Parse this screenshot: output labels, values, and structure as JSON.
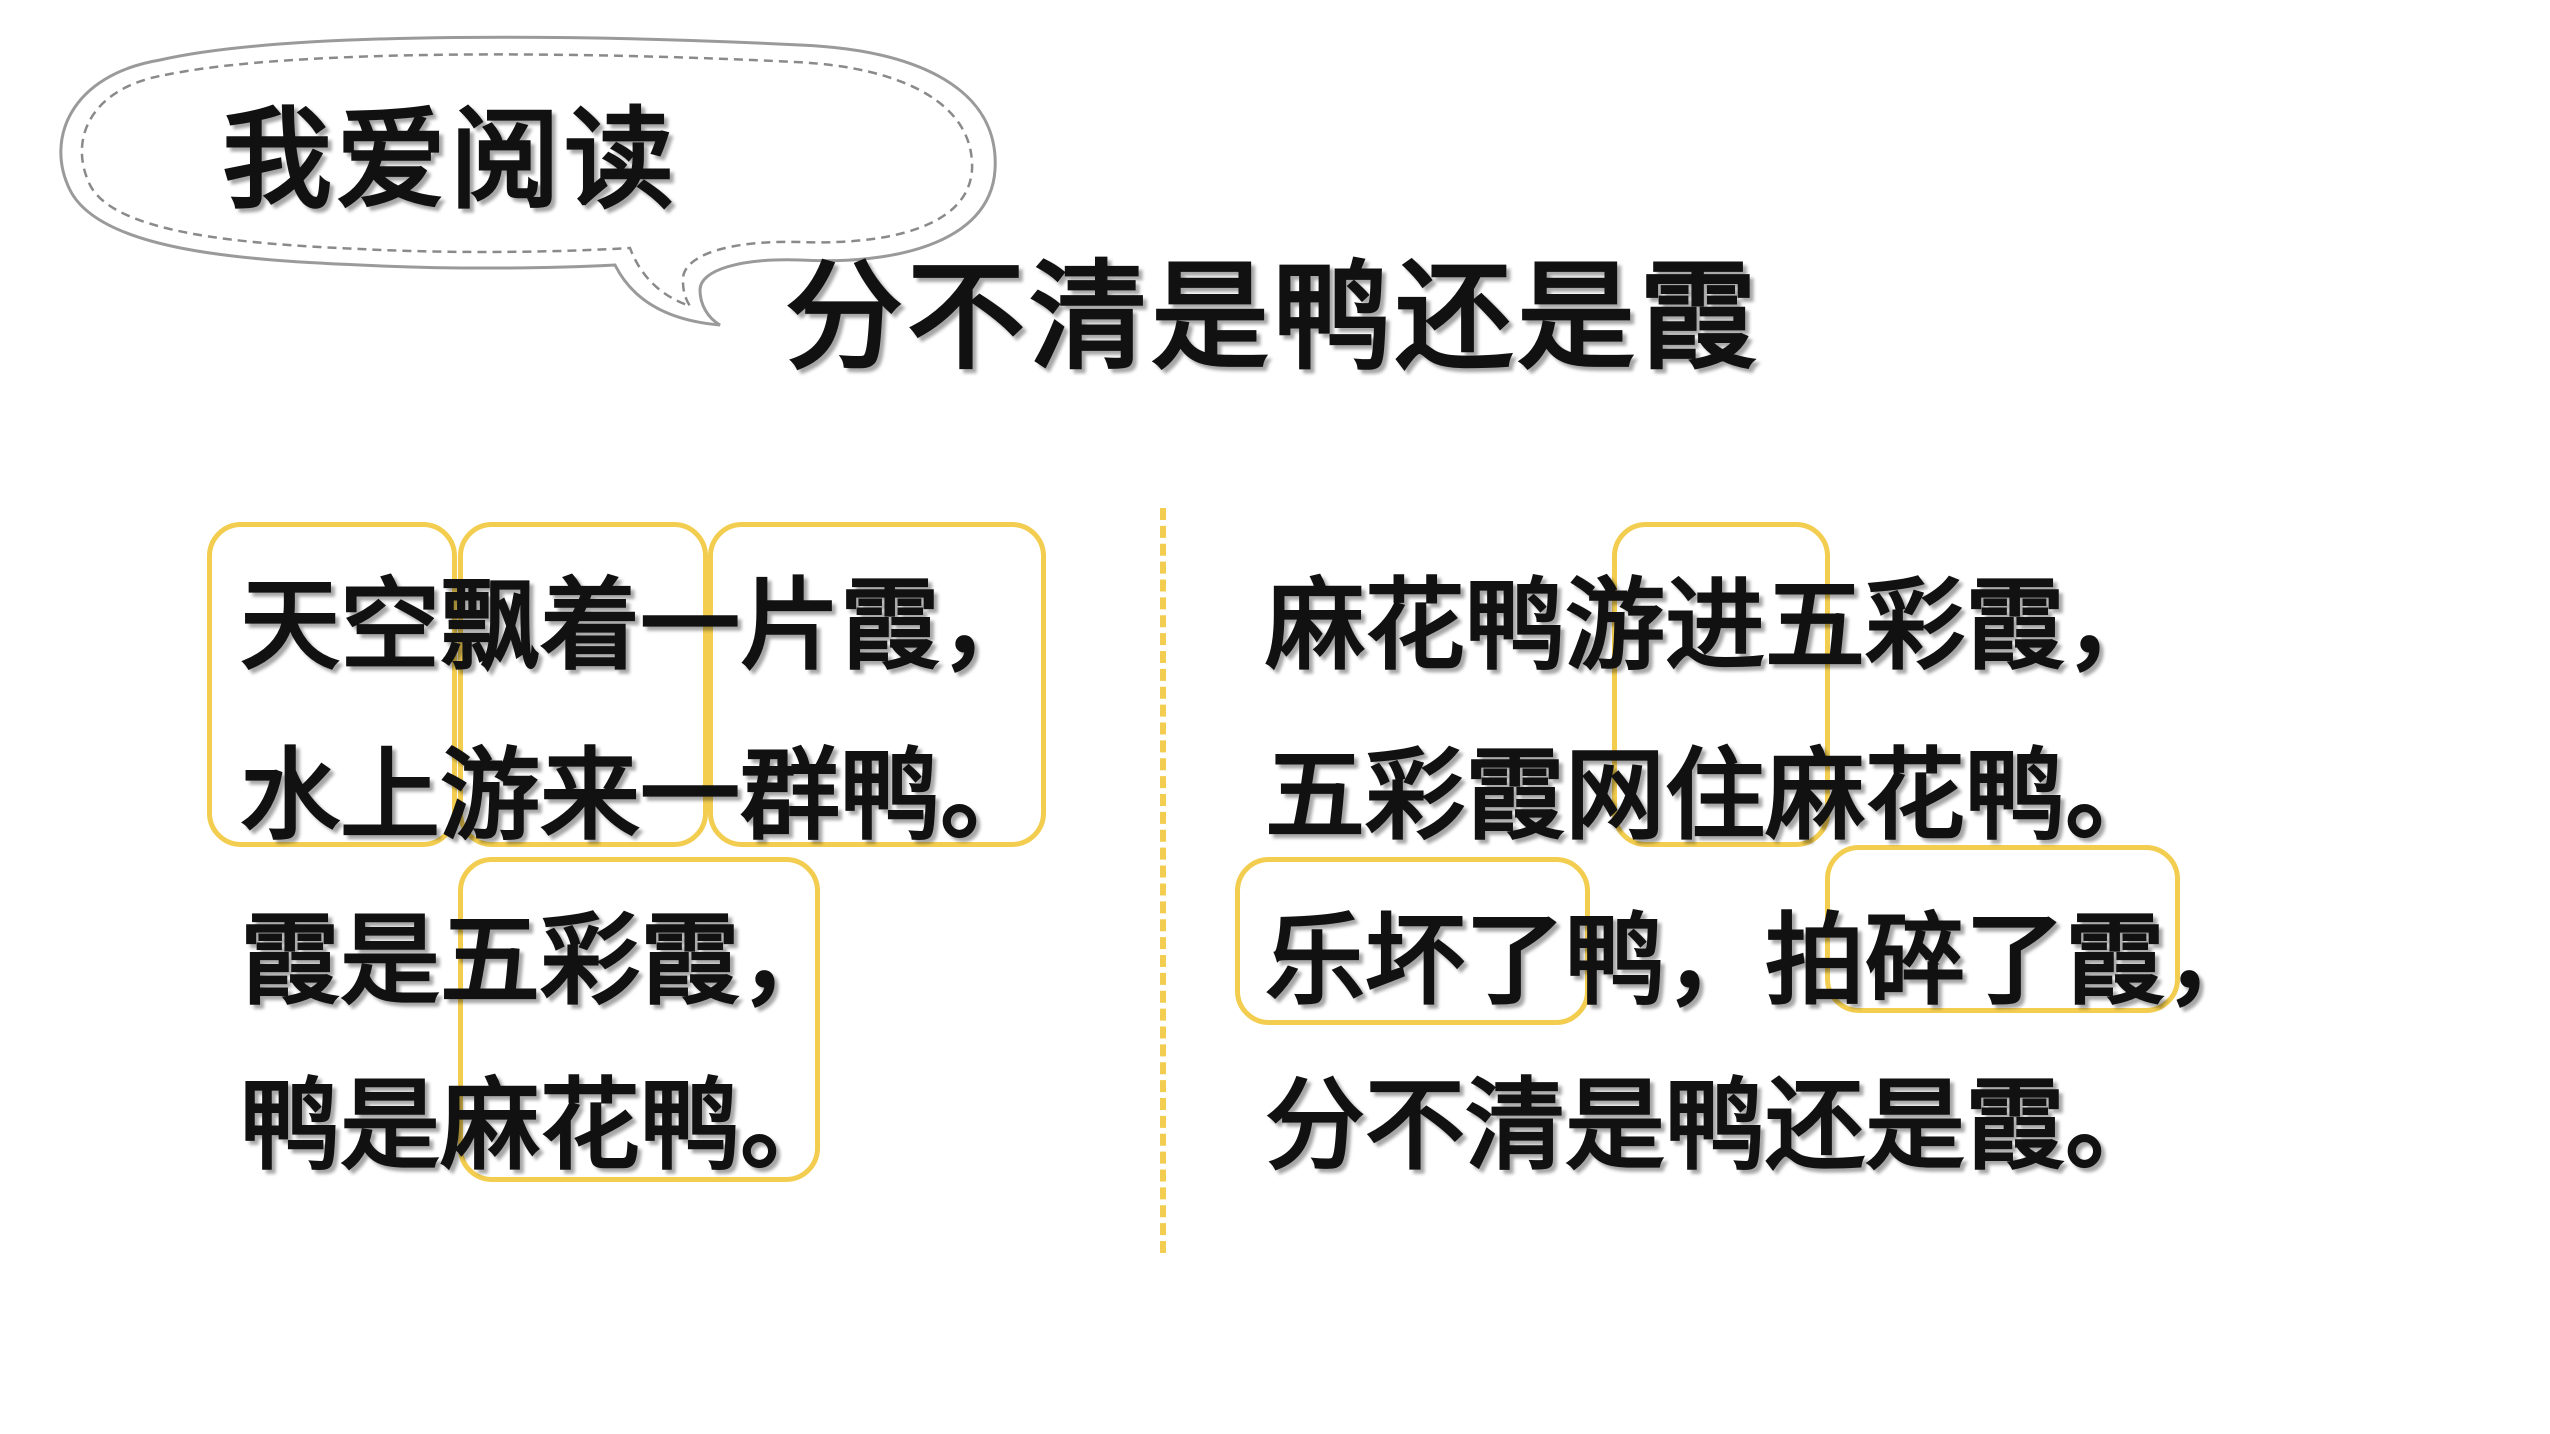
{
  "badge": {
    "text": "我爱阅读"
  },
  "poem": {
    "title": "分不清是鸭还是霞",
    "left_stanza": [
      "天空飘着一片霞，",
      "水上游来一群鸭。",
      "霞是五彩霞，",
      "鸭是麻花鸭。"
    ],
    "right_stanza": [
      "麻花鸭游进五彩霞，",
      "五彩霞网住麻花鸭。",
      "乐坏了鸭，拍碎了霞，",
      "分不清是鸭还是霞。"
    ]
  },
  "colors": {
    "highlight": "#f2cd4f",
    "text": "#111111",
    "bubble_border": "#9a9a9a",
    "bubble_dash": "#8a8a8a"
  }
}
